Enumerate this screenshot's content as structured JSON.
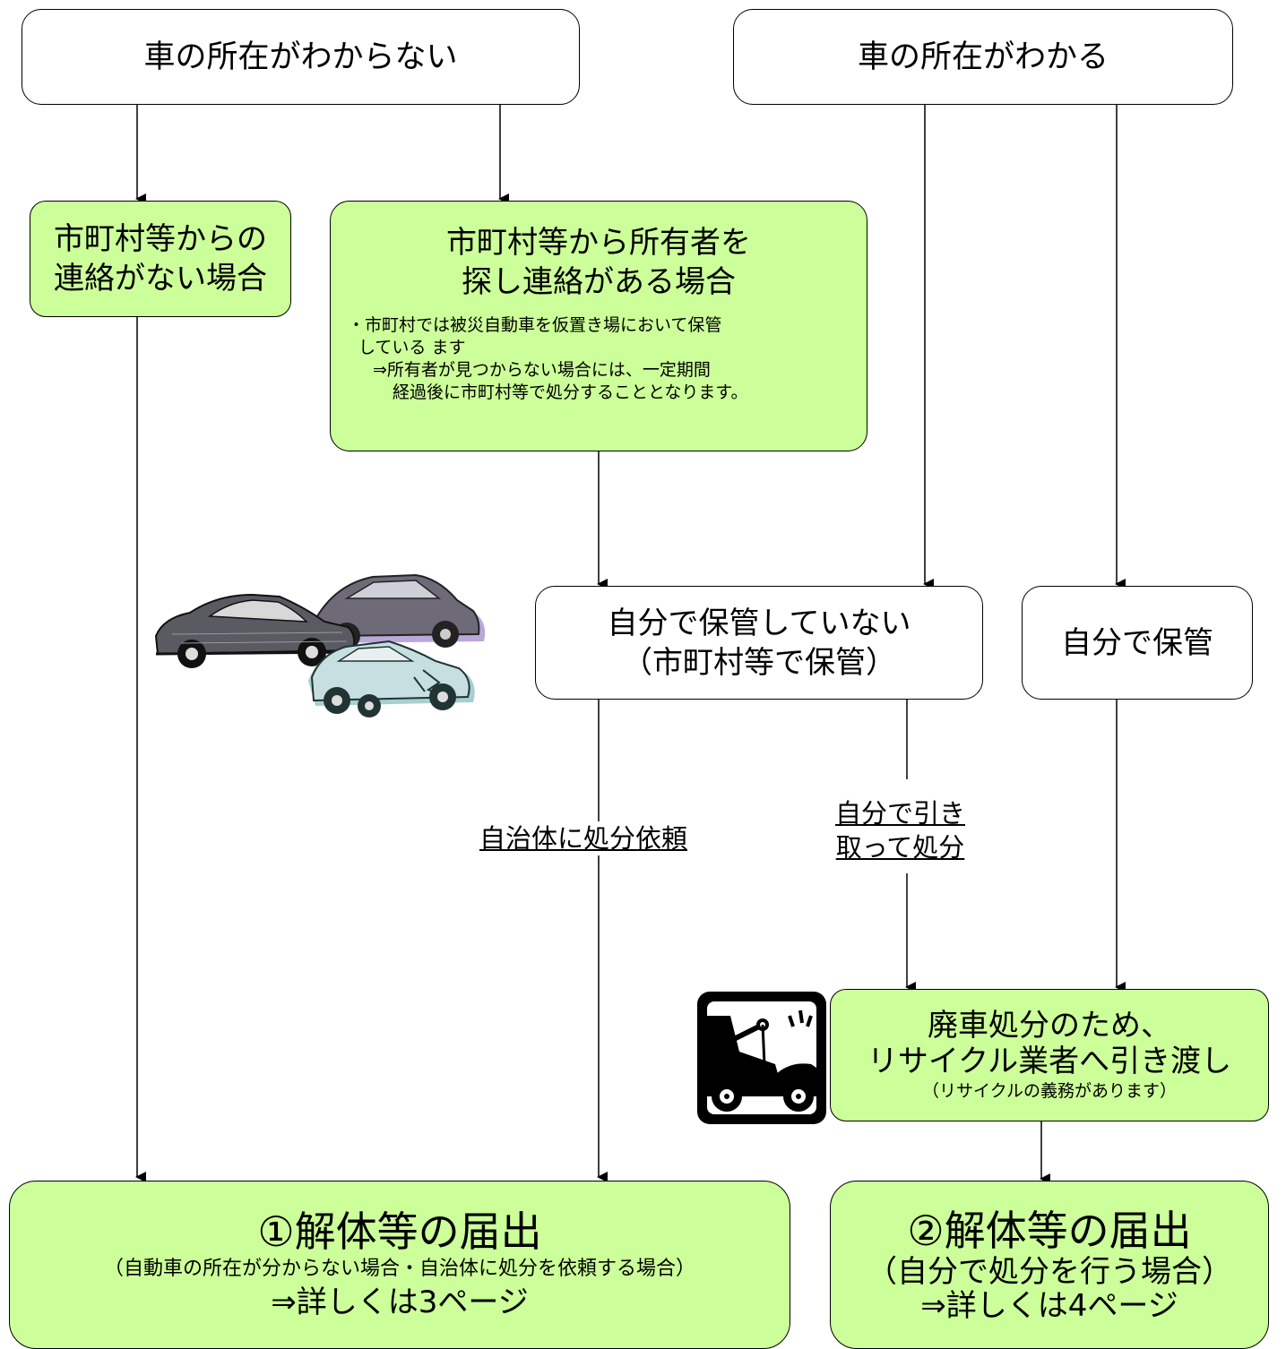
{
  "nodes": {
    "unknown_location": "車の所在がわからない",
    "known_location": "車の所在がわかる",
    "no_contact": [
      "市町村等からの",
      "連絡がない場合"
    ],
    "contact": {
      "title": [
        "市町村等から所有者を",
        "探し連絡がある場合"
      ],
      "note": [
        "・市町村では被災自動車を仮置き場において保管",
        "　している ます",
        "⇒所有者が見つからない場合には、一定期間",
        "経過後に市町村等で処分することとなります。"
      ]
    },
    "not_stored": [
      "自分で保管していない",
      "（市町村等で保管）"
    ],
    "stored": "自分で保管",
    "recycler": {
      "title": [
        "廃車処分のため、",
        "リサイクル業者へ引き渡し"
      ],
      "note": "（リサイクルの義務があります）"
    },
    "result1": {
      "title": "①解体等の届出",
      "sub": "（自動車の所在が分からない場合・自治体に処分を依頼する場合）",
      "ref": "⇒詳しくは3ページ"
    },
    "result2": {
      "title": "②解体等の届出",
      "sub": "（自分で処分を行う場合）",
      "ref": "⇒詳しくは4ページ"
    }
  },
  "edge_labels": {
    "ask_municipality": "自治体に処分依頼",
    "self_dispose": [
      "自分で引き",
      "取って処分"
    ]
  },
  "icons": [
    "damaged-cars-illustration-icon",
    "tow-truck-icon"
  ],
  "colors": {
    "green_fill": "#ccff99",
    "line": "#000000"
  }
}
